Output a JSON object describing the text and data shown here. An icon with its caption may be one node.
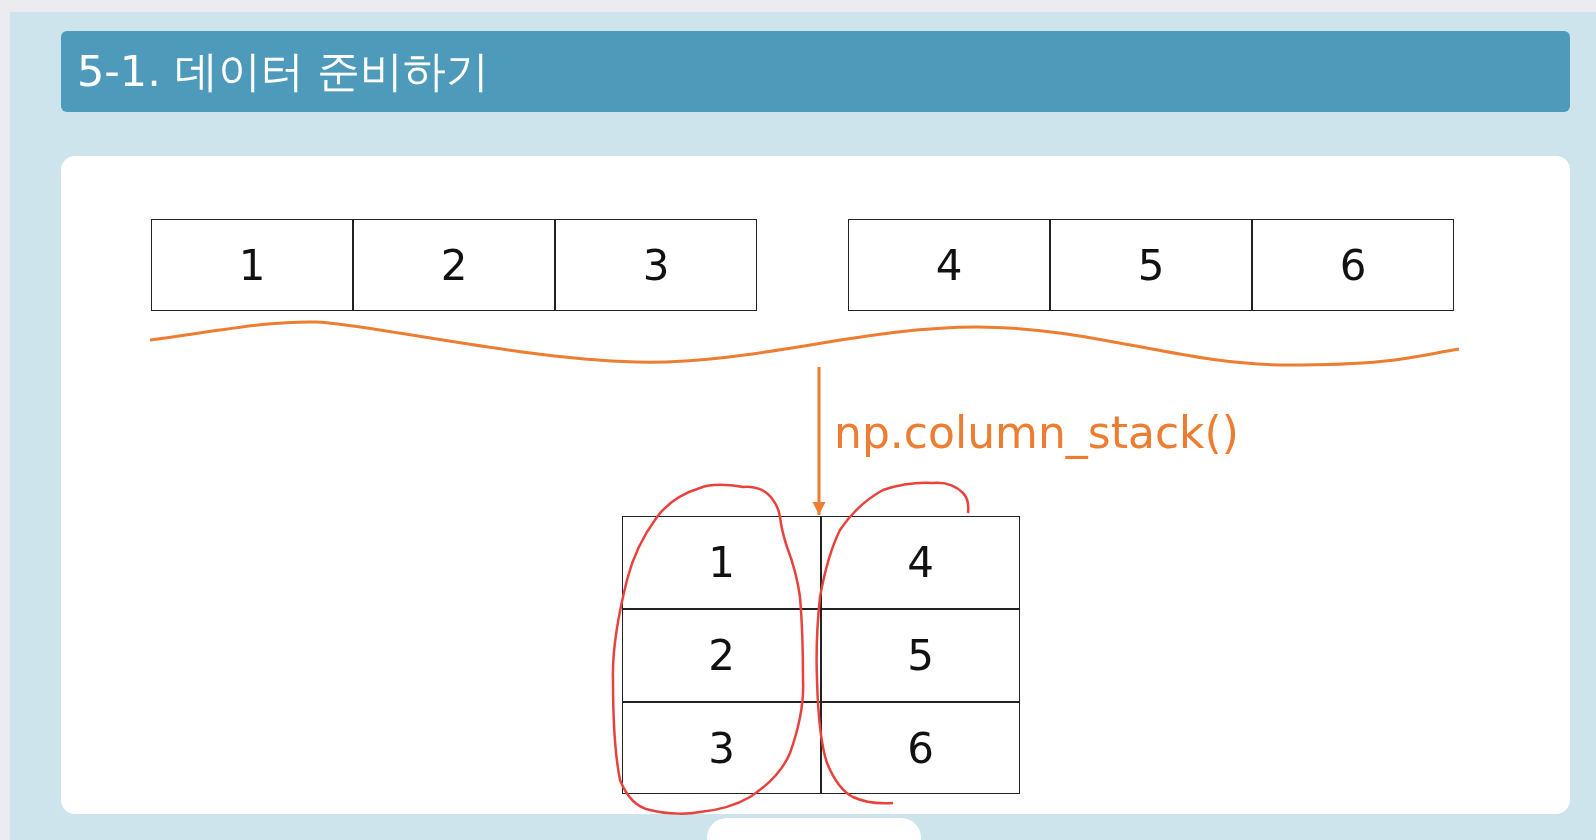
{
  "diagram": {
    "title": "5-1. 데이터 준비하기",
    "nodes": [
      {
        "text": [],
        "shape": "box"
      },
      {
        "text": [
          "1"
        ],
        "in": 0
      },
      {
        "text": [
          "2"
        ],
        "in": 0
      },
      {
        "text": [
          "3"
        ],
        "in": 0
      },
      {
        "text": [],
        "shape": "box"
      },
      {
        "text": [
          "4"
        ],
        "in": 4
      },
      {
        "text": [
          "5"
        ],
        "in": 4
      },
      {
        "text": [
          "6"
        ],
        "in": 4
      },
      {
        "text": [],
        "shape": "brace"
      },
      {
        "text": [],
        "shape": "box"
      },
      {
        "text": [
          "1"
        ],
        "in": 9
      },
      {
        "text": [
          "4"
        ],
        "in": 9
      },
      {
        "text": [
          "2"
        ],
        "in": 9
      },
      {
        "text": [
          "5"
        ],
        "in": 9
      },
      {
        "text": [
          "3"
        ],
        "in": 9
      },
      {
        "text": [
          "6"
        ],
        "in": 9
      }
    ],
    "edges": [
      {
        "from": 8,
        "to": 9,
        "arrow": "to",
        "label": "np.column_stack()"
      }
    ]
  }
}
